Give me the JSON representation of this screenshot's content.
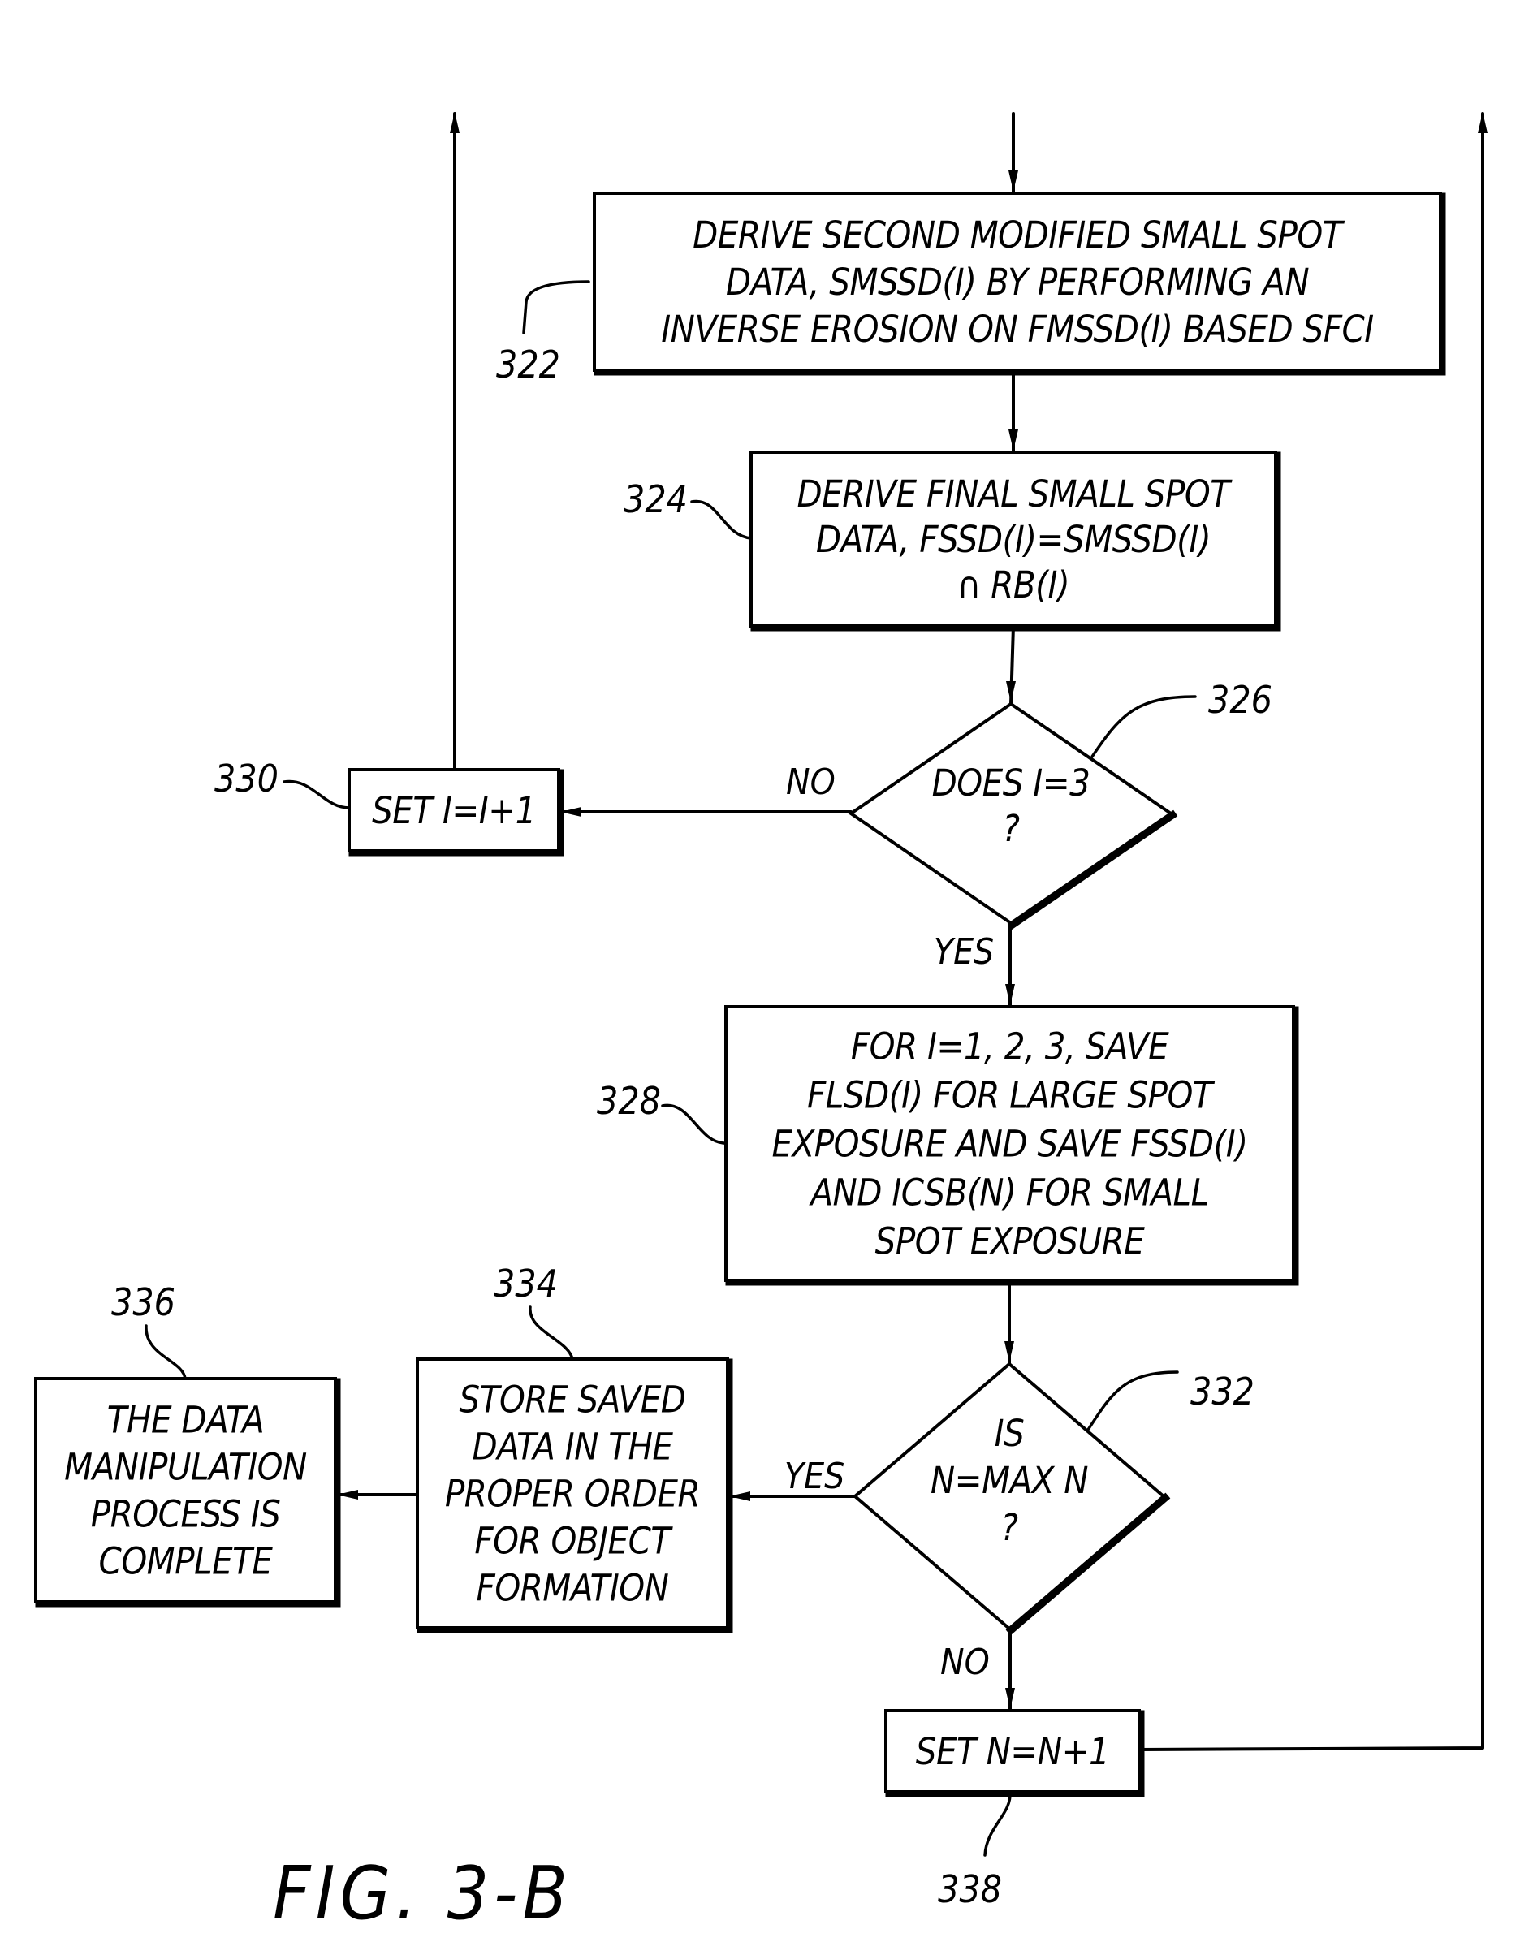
{
  "figure": {
    "title": "FIG.  3-B"
  },
  "nodes": [
    {
      "id": "322",
      "type": "process",
      "ref": "322",
      "lines": [
        "DERIVE SECOND MODIFIED SMALL SPOT",
        "DATA, SMSSD(I) BY PERFORMING AN",
        "INVERSE EROSION ON FMSSD(I) BASED SFCI"
      ]
    },
    {
      "id": "324",
      "type": "process",
      "ref": "324",
      "lines": [
        "DERIVE FINAL SMALL SPOT",
        "DATA, FSSD(I)=SMSSD(I)",
        "∩ RB(I)"
      ]
    },
    {
      "id": "326",
      "type": "decision",
      "ref": "326",
      "lines": [
        "DOES I=3",
        "?"
      ]
    },
    {
      "id": "330",
      "type": "process",
      "ref": "330",
      "lines": [
        "SET I=I+1"
      ]
    },
    {
      "id": "328",
      "type": "process",
      "ref": "328",
      "lines": [
        "FOR I=1, 2, 3, SAVE",
        "FLSD(I) FOR LARGE SPOT",
        "EXPOSURE AND SAVE FSSD(I)",
        "AND ICSB(N) FOR SMALL",
        "SPOT EXPOSURE"
      ]
    },
    {
      "id": "332",
      "type": "decision",
      "ref": "332",
      "lines": [
        "IS",
        "N=MAX N",
        "?"
      ]
    },
    {
      "id": "334",
      "type": "process",
      "ref": "334",
      "lines": [
        "STORE SAVED",
        "DATA IN THE",
        "PROPER ORDER",
        "FOR OBJECT",
        "FORMATION"
      ]
    },
    {
      "id": "336",
      "type": "process",
      "ref": "336",
      "lines": [
        "THE DATA",
        "MANIPULATION",
        "PROCESS IS",
        "COMPLETE"
      ]
    },
    {
      "id": "338",
      "type": "process",
      "ref": "338",
      "lines": [
        "SET N=N+1"
      ]
    }
  ],
  "edges": [
    {
      "from": "entry",
      "to": "322",
      "label": ""
    },
    {
      "from": "322",
      "to": "324",
      "label": ""
    },
    {
      "from": "324",
      "to": "326",
      "label": ""
    },
    {
      "from": "326",
      "to": "330",
      "label": "NO"
    },
    {
      "from": "326",
      "to": "328",
      "label": "YES"
    },
    {
      "from": "330",
      "to": "exit-left",
      "label": ""
    },
    {
      "from": "328",
      "to": "332",
      "label": ""
    },
    {
      "from": "332",
      "to": "334",
      "label": "YES"
    },
    {
      "from": "332",
      "to": "338",
      "label": "NO"
    },
    {
      "from": "334",
      "to": "336",
      "label": ""
    },
    {
      "from": "338",
      "to": "exit-right",
      "label": ""
    }
  ],
  "branch_labels": {
    "d326_no": "NO",
    "d326_yes": "YES",
    "d332_yes": "YES",
    "d332_no": "NO"
  }
}
